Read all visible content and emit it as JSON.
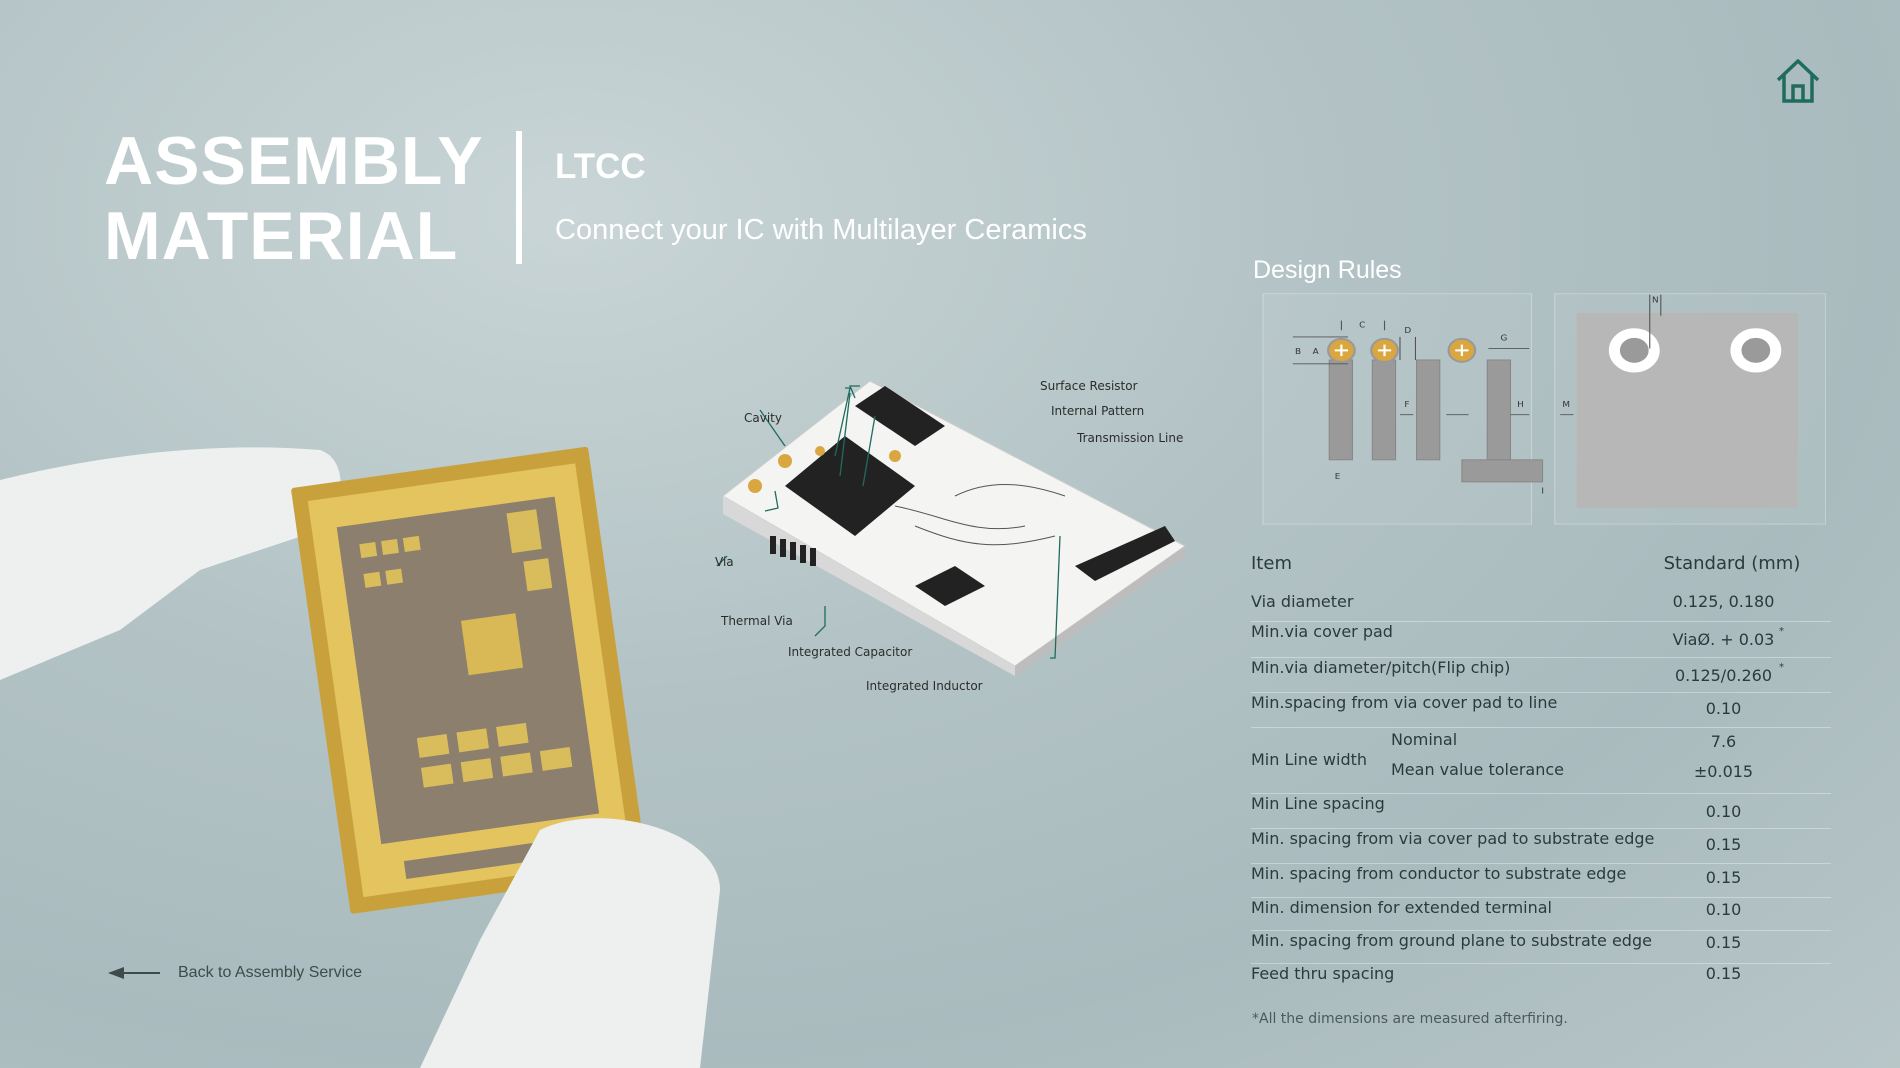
{
  "header": {
    "title_line1": "ASSEMBLY",
    "title_line2": "MATERIAL",
    "product": "LTCC",
    "subtitle": "Connect your IC  with Multilayer Ceramics"
  },
  "nav": {
    "home_icon": "home-icon",
    "back_label": "Back to Assembly Service",
    "back_icon": "arrow-left-icon"
  },
  "diagram_labels": {
    "cavity": "Cavity",
    "via": "Via",
    "thermal_via": "Thermal Via",
    "integrated_capacitor": "Integrated Capacitor",
    "integrated_inductor": "Integrated Inductor",
    "surface_resistor": "Surface Resistor",
    "internal_pattern": "Internal Pattern",
    "transmission_line": "Transmission Line"
  },
  "design_rules": {
    "title": "Design Rules",
    "dimension_labels": [
      "A",
      "B",
      "C",
      "D",
      "E",
      "F",
      "G",
      "H",
      "I",
      "M",
      "N"
    ],
    "headers": {
      "item": "Item",
      "standard": "Standard (mm)"
    },
    "rows": [
      {
        "item": "Via diameter",
        "value": "0.125, 0.180"
      },
      {
        "item": "Min.via cover pad",
        "value": "ViaØ. + 0.03",
        "mark": "*"
      },
      {
        "item": "Min.via diameter/pitch(Flip chip)",
        "value": "0.125/0.260",
        "mark": "*"
      },
      {
        "item": "Min.spacing from via cover pad to line",
        "value": "0.10"
      },
      {
        "item": "Min Line width",
        "sub": "Nominal",
        "value": "7.6"
      },
      {
        "sub": "Mean value tolerance",
        "value": "±0.015"
      },
      {
        "item": "Min Line spacing",
        "value": "0.10"
      },
      {
        "item": "Min. spacing from via cover pad to substrate edge",
        "value": "0.15"
      },
      {
        "item": "Min. spacing from conductor to substrate edge",
        "value": "0.15"
      },
      {
        "item": "Min. dimension for extended terminal",
        "value": "0.10"
      },
      {
        "item": "Min. spacing from ground plane to substrate edge",
        "value": "0.15"
      },
      {
        "item": "Feed thru spacing",
        "value": "0.15"
      }
    ],
    "footnote": "*All the dimensions are measured afterfiring."
  },
  "colors": {
    "accent": "#1f6b5e",
    "gold": "#d9a640",
    "text": "#2d3a3d"
  }
}
